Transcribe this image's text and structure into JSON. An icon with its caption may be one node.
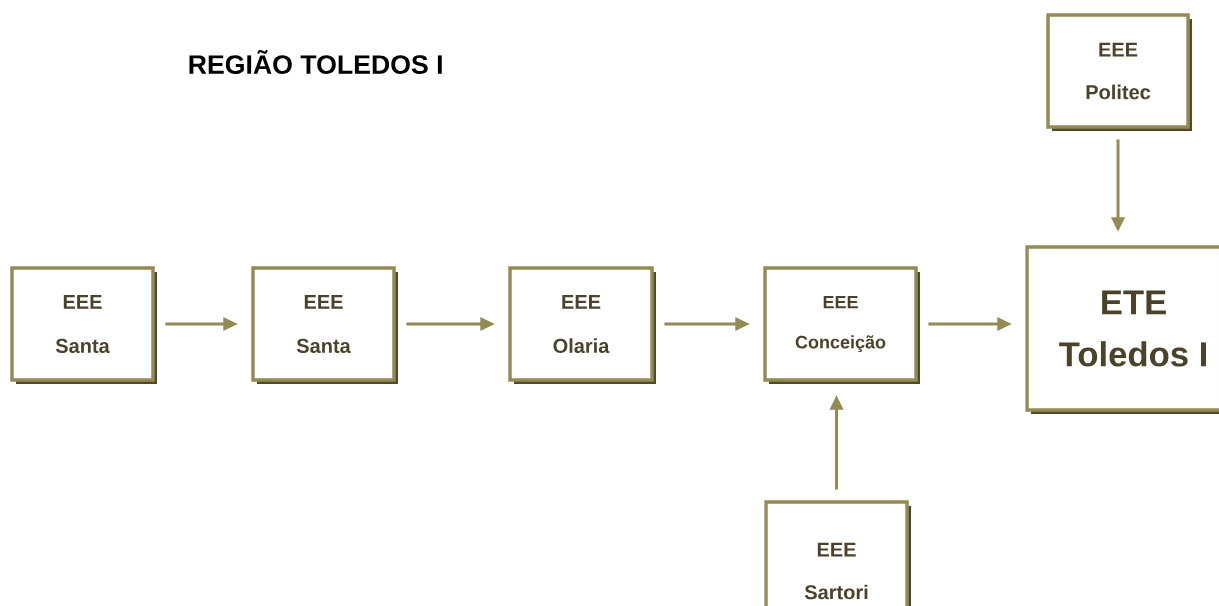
{
  "diagram": {
    "title": "REGIÃO TOLEDOS I",
    "nodes": [
      {
        "text": [
          "EEE",
          "Politec"
        ]
      },
      {
        "text": [
          "EEE",
          "Santa"
        ]
      },
      {
        "text": [
          "EEE",
          "Santa"
        ]
      },
      {
        "text": [
          "EEE",
          "Olaria"
        ]
      },
      {
        "text": [
          "EEE",
          "Conceição"
        ]
      },
      {
        "text": [
          "ETE",
          "Toledos I"
        ]
      },
      {
        "text": [
          "EEE",
          "Sartori"
        ]
      }
    ],
    "edges": [
      {
        "from": 1,
        "to": 2,
        "arrow": "to"
      },
      {
        "from": 2,
        "to": 3,
        "arrow": "to"
      },
      {
        "from": 3,
        "to": 4,
        "arrow": "to"
      },
      {
        "from": 4,
        "to": 5,
        "arrow": "to"
      },
      {
        "from": 0,
        "to": 5,
        "arrow": "to"
      },
      {
        "from": 6,
        "to": 4,
        "arrow": "to"
      }
    ]
  }
}
